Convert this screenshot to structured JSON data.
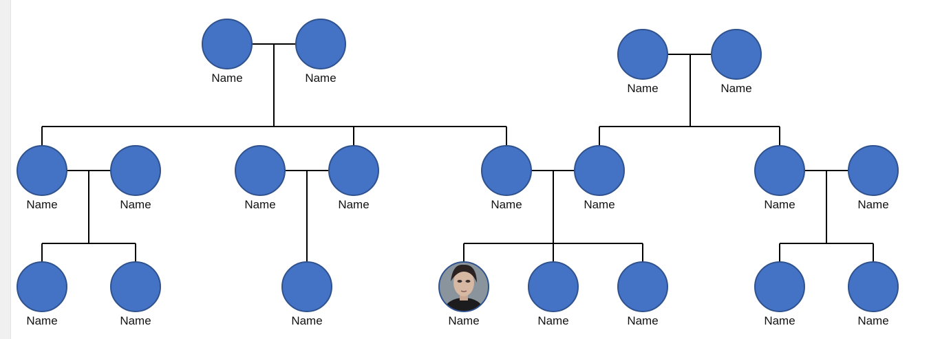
{
  "node_fill": "#4472c4",
  "node_stroke": "#2f528f",
  "connector_color": "#000000",
  "person_label": "Name",
  "people": [
    {
      "id": "gp1a",
      "label": "Name",
      "avatar": "blue-circle"
    },
    {
      "id": "gp1b",
      "label": "Name",
      "avatar": "blue-circle"
    },
    {
      "id": "gp2a",
      "label": "Name",
      "avatar": "blue-circle"
    },
    {
      "id": "gp2b",
      "label": "Name",
      "avatar": "blue-circle"
    },
    {
      "id": "p1a",
      "label": "Name",
      "avatar": "blue-circle"
    },
    {
      "id": "p1b",
      "label": "Name",
      "avatar": "blue-circle"
    },
    {
      "id": "p2a",
      "label": "Name",
      "avatar": "blue-circle"
    },
    {
      "id": "p2b",
      "label": "Name",
      "avatar": "blue-circle"
    },
    {
      "id": "p3a",
      "label": "Name",
      "avatar": "blue-circle"
    },
    {
      "id": "p3b",
      "label": "Name",
      "avatar": "blue-circle"
    },
    {
      "id": "p4a",
      "label": "Name",
      "avatar": "blue-circle"
    },
    {
      "id": "p4b",
      "label": "Name",
      "avatar": "blue-circle"
    },
    {
      "id": "c1a",
      "label": "Name",
      "avatar": "blue-circle"
    },
    {
      "id": "c1b",
      "label": "Name",
      "avatar": "blue-circle"
    },
    {
      "id": "c2a",
      "label": "Name",
      "avatar": "blue-circle"
    },
    {
      "id": "c3a",
      "label": "Name",
      "avatar": "portrait-photo"
    },
    {
      "id": "c3b",
      "label": "Name",
      "avatar": "blue-circle"
    },
    {
      "id": "c3c",
      "label": "Name",
      "avatar": "blue-circle"
    },
    {
      "id": "c4a",
      "label": "Name",
      "avatar": "blue-circle"
    },
    {
      "id": "c4b",
      "label": "Name",
      "avatar": "blue-circle"
    }
  ],
  "couples": [
    {
      "partners": [
        "gp1a",
        "gp1b"
      ],
      "children": [
        "p1a",
        "p2b",
        "p3a"
      ]
    },
    {
      "partners": [
        "gp2a",
        "gp2b"
      ],
      "children": [
        "p3b",
        "p4a"
      ]
    },
    {
      "partners": [
        "p1a",
        "p1b"
      ],
      "children": [
        "c1a",
        "c1b"
      ]
    },
    {
      "partners": [
        "p2a",
        "p2b"
      ],
      "children": [
        "c2a"
      ]
    },
    {
      "partners": [
        "p3a",
        "p3b"
      ],
      "children": [
        "c3a",
        "c3b",
        "c3c"
      ]
    },
    {
      "partners": [
        "p4a",
        "p4b"
      ],
      "children": [
        "c4a",
        "c4b"
      ]
    }
  ]
}
